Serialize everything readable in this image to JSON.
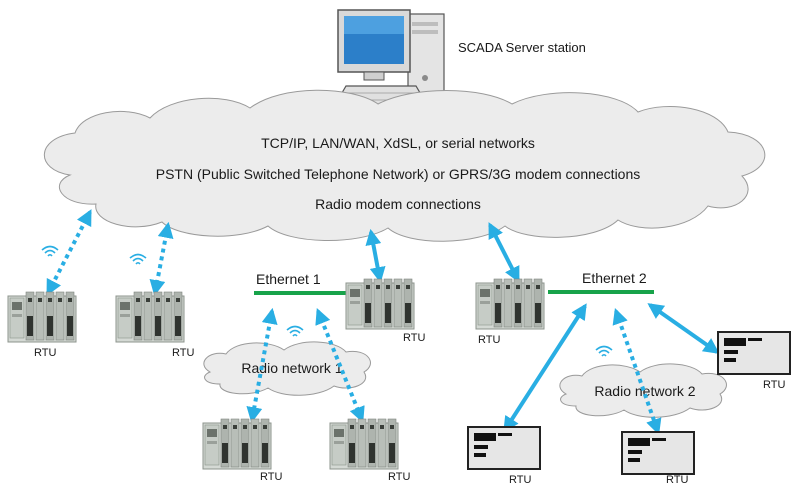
{
  "server": {
    "label": "SCADA Server station"
  },
  "wan_cloud": {
    "line1": "TCP/IP, LAN/WAN, XdSL, or serial networks",
    "line2": "PSTN (Public Switched Telephone Network) or GPRS/3G modem connections",
    "line3": "Radio modem connections"
  },
  "ethernet1": {
    "label": "Ethernet 1"
  },
  "ethernet2": {
    "label": "Ethernet 2"
  },
  "radio_network1": {
    "label": "Radio network 1"
  },
  "radio_network2": {
    "label": "Radio network 2"
  },
  "rtu": {
    "left1": "RTU",
    "left2": "RTU",
    "eth1": "RTU",
    "eth2": "RTU",
    "radio1_left": "RTU",
    "radio1_right": "RTU",
    "panel_right": "RTU",
    "panel_bottom_left": "RTU",
    "panel_bottom_right": "RTU"
  },
  "colors": {
    "link": "#29aee3",
    "ethernet": "#17a34a",
    "cloud_fill": "#ececec",
    "cloud_stroke": "#9a9a9a"
  }
}
